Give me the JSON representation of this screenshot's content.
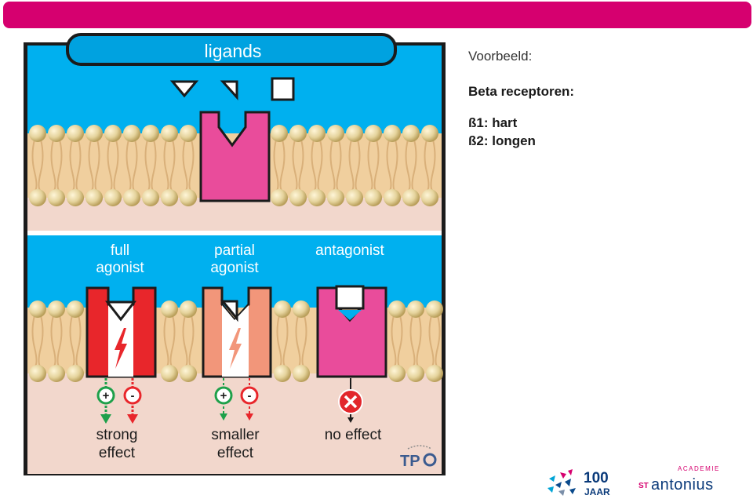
{
  "diagram": {
    "ligands_label": "ligands",
    "full_agonist_label": [
      "full",
      "agonist"
    ],
    "partial_agonist_label": [
      "partial",
      "agonist"
    ],
    "antagonist_label": "antagonist",
    "strong_effect_label": [
      "strong",
      "effect"
    ],
    "smaller_effect_label": [
      "smaller",
      "effect"
    ],
    "no_effect_label": "no effect",
    "plus_sign": "+",
    "minus_sign": "-",
    "corner_logo_text": "TP"
  },
  "side_panel": {
    "example": "Voorbeeld:",
    "heading": "Beta receptoren:",
    "lines": [
      "ß1: hart",
      "ß2: longen"
    ]
  },
  "logos": {
    "anniversary_number": "100",
    "anniversary_word": "JAAR",
    "academy_small": "ACADEMIE",
    "academy_st": "ST",
    "academy_name": "antonius"
  },
  "colors": {
    "header_bar": "#d6006f",
    "sky": "#00b0ef",
    "membrane_inner": "#f0cf9e",
    "cytoplasm": "#f2d7cc",
    "receptor": "#e94c9b",
    "full_agonist": "#e8262b",
    "partial_agonist": "#f2967a",
    "plus_green": "#1ea04a",
    "no_effect_red": "#e2262b"
  }
}
